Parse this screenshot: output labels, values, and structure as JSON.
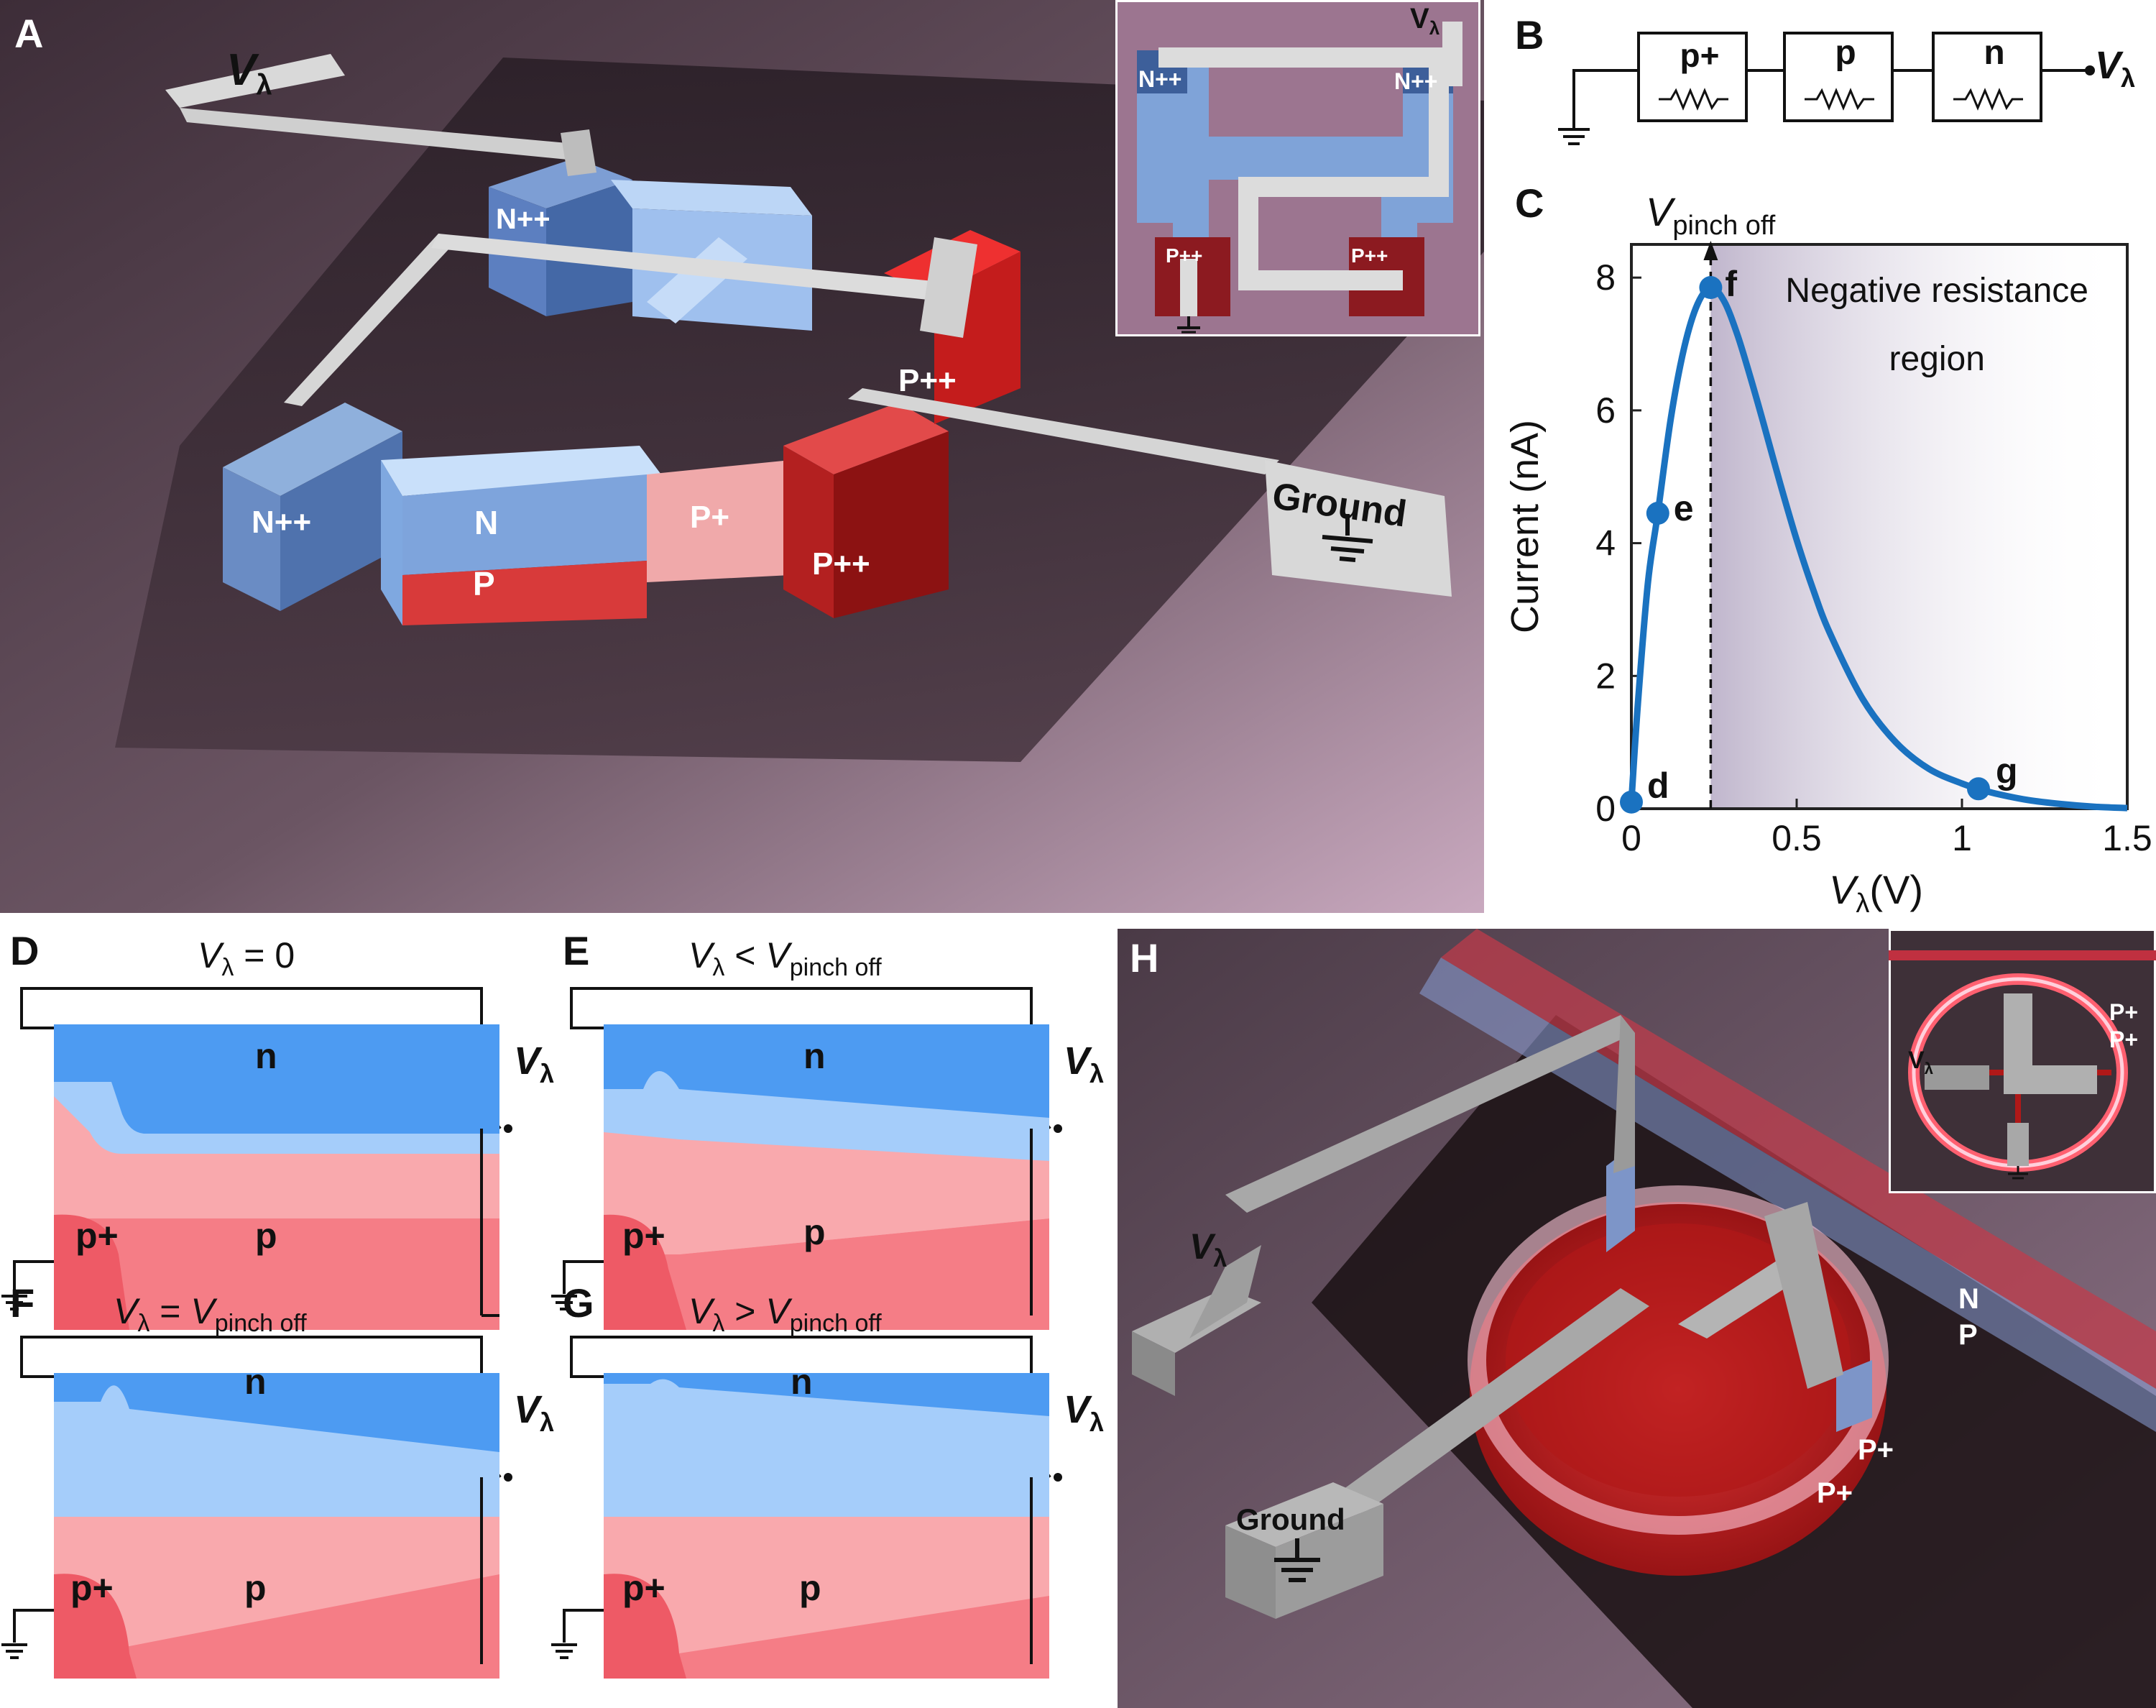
{
  "panels": {
    "A": {
      "letter": "A",
      "v_label": "V",
      "v_sub": "λ",
      "labels": {
        "nn_top": "N++",
        "nn_left": "N++",
        "n_mid": "N",
        "p_mid": "P",
        "p_plus": "P+",
        "pp_front": "P++",
        "pp_back": "P++",
        "ground": "Ground"
      },
      "inset": {
        "nn_left": "N++",
        "nn_right": "N++",
        "pp_left": "P++",
        "pp_right": "P++",
        "v_label": "V",
        "v_sub": "λ"
      }
    },
    "B": {
      "letter": "B",
      "resistors": [
        "p+",
        "p",
        "n"
      ],
      "v_label": "V",
      "v_sub": "λ"
    },
    "C": {
      "letter": "C",
      "pinch_v": "V",
      "pinch_sub": "pinch off",
      "region_line1": "Negative resistance",
      "region_line2": "region",
      "ylabel": "Current (nA)",
      "xlabel_v": "V",
      "xlabel_sub": "λ",
      "xlabel_unit": "(V)",
      "points": [
        "d",
        "e",
        "f",
        "g"
      ]
    },
    "D": {
      "letter": "D",
      "cond_sym": "=",
      "cond_rhs": "0",
      "n": "n",
      "p": "p",
      "pplus": "p+"
    },
    "E": {
      "letter": "E",
      "cond_sym": "<",
      "cond_rhs": "V",
      "cond_rhs_sub": "pinch off",
      "n": "n",
      "p": "p",
      "pplus": "p+"
    },
    "F": {
      "letter": "F",
      "cond_sym": "=",
      "cond_rhs": "V",
      "cond_rhs_sub": "pinch off",
      "n": "n",
      "p": "p",
      "pplus": "p+"
    },
    "G": {
      "letter": "G",
      "cond_sym": ">",
      "cond_rhs": "V",
      "cond_rhs_sub": "pinch off",
      "n": "n",
      "p": "p",
      "pplus": "p+"
    },
    "H": {
      "letter": "H",
      "v_label": "V",
      "v_sub": "λ",
      "ground": "Ground",
      "n": "N",
      "p": "P",
      "pplus_a": "P+",
      "pplus_b": "P+",
      "inset_pplus_a": "P+",
      "inset_pplus_b": "P+",
      "inset_v": "V",
      "inset_v_sub": "λ"
    },
    "band_v": "V",
    "band_v_sub": "λ"
  },
  "chart_data": {
    "type": "line",
    "xlabel": "Vλ(V)",
    "ylabel": "Current (nA)",
    "xlim": [
      0,
      1.5
    ],
    "ylim": [
      0,
      8.5
    ],
    "xticks": [
      0,
      0.5,
      1,
      1.5
    ],
    "xtick_labels": [
      "0",
      "0.5",
      "1",
      "1.5"
    ],
    "yticks": [
      0,
      2,
      4,
      6,
      8
    ],
    "ytick_labels": [
      "0",
      "2",
      "4",
      "6",
      "8"
    ],
    "x": [
      0,
      0.02,
      0.05,
      0.08,
      0.12,
      0.16,
      0.2,
      0.24,
      0.28,
      0.32,
      0.36,
      0.4,
      0.45,
      0.5,
      0.55,
      0.6,
      0.7,
      0.8,
      0.9,
      1.0,
      1.05,
      1.1,
      1.2,
      1.3,
      1.4,
      1.5
    ],
    "y": [
      0.1,
      1.6,
      3.4,
      4.45,
      5.9,
      6.95,
      7.6,
      7.85,
      7.65,
      7.15,
      6.5,
      5.8,
      4.9,
      4.05,
      3.3,
      2.65,
      1.65,
      1.0,
      0.6,
      0.38,
      0.3,
      0.23,
      0.13,
      0.07,
      0.03,
      0.01
    ],
    "marked_points": [
      {
        "label": "d",
        "x": 0.0,
        "y": 0.1
      },
      {
        "label": "e",
        "x": 0.08,
        "y": 4.45
      },
      {
        "label": "f",
        "x": 0.24,
        "y": 7.85
      },
      {
        "label": "g",
        "x": 1.05,
        "y": 0.3
      }
    ],
    "pinch_off_x": 0.24,
    "shaded_region": "x > 0.24",
    "grid": false,
    "line_color": "#1a72c0"
  },
  "colors": {
    "n_dark": "#4d9bf2",
    "n_light": "#a5cdfa",
    "p_light": "#f9a9ad",
    "p_mid": "#f57d86",
    "p_dark": "#ee5a66",
    "curve": "#1a72c0"
  }
}
